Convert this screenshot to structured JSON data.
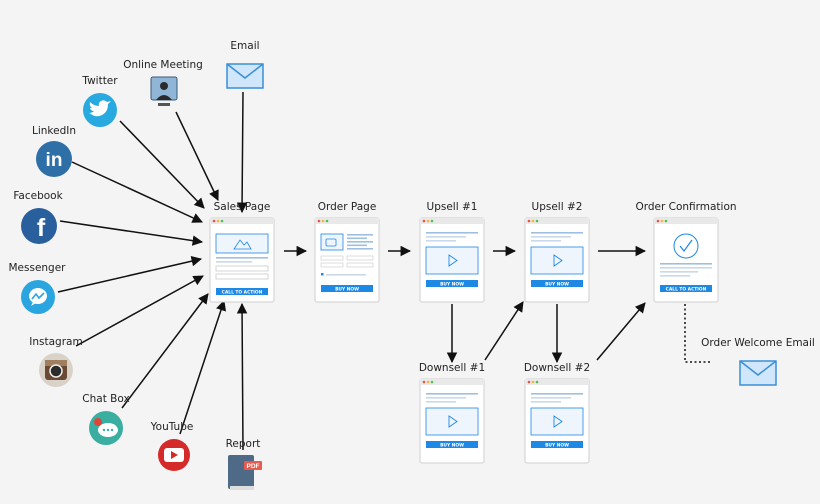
{
  "sources": {
    "email": "Email",
    "online_meeting": "Online Meeting",
    "twitter": "Twitter",
    "linkedin": "LinkedIn",
    "facebook": "Facebook",
    "messenger": "Messenger",
    "instagram": "Instagram",
    "chat_box": "Chat Box",
    "youtube": "YouTube",
    "report": "Report"
  },
  "pages": {
    "sales": {
      "title": "Sales Page",
      "cta": "CALL TO ACTION"
    },
    "order": {
      "title": "Order Page",
      "cta": "BUY NOW"
    },
    "upsell1": {
      "title": "Upsell #1",
      "cta": "BUY NOW"
    },
    "upsell2": {
      "title": "Upsell #2",
      "cta": "BUY NOW"
    },
    "downsell1": {
      "title": "Downsell #1",
      "cta": "BUY NOW"
    },
    "downsell2": {
      "title": "Downsell #2",
      "cta": "BUY NOW"
    },
    "confirmation": {
      "title": "Order Confirmation",
      "cta": "CALL TO ACTION"
    }
  },
  "welcome_email": "Order Welcome Email",
  "icons": {
    "pdf_badge": "PDF",
    "linkedin_glyph": "in",
    "facebook_glyph": "f"
  },
  "colors": {
    "accent": "#1e88e5",
    "twitter": "#28a9e0",
    "linkedin": "#2e6fa8",
    "facebook": "#2a5f9e",
    "messenger": "#2aa5df",
    "youtube": "#d42a2a",
    "chatbox": "#3aaea0"
  }
}
